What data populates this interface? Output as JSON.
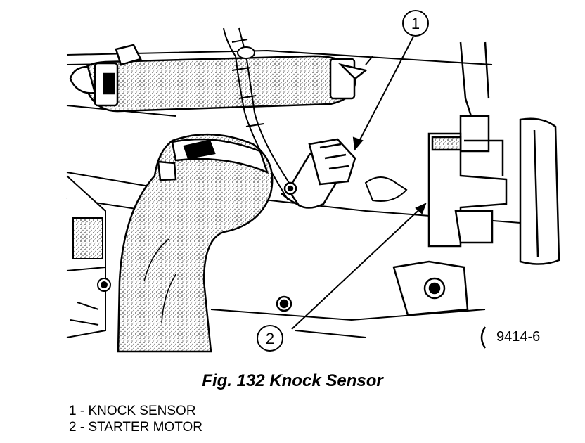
{
  "figure": {
    "code": "9414-6",
    "caption": "Fig. 132 Knock Sensor",
    "callouts": [
      {
        "number": "1",
        "label": "1 - KNOCK SENSOR"
      },
      {
        "number": "2",
        "label": "2 - STARTER MOTOR"
      }
    ]
  },
  "colors": {
    "ink": "#000000",
    "paper": "#ffffff",
    "stipple": "#555555"
  }
}
